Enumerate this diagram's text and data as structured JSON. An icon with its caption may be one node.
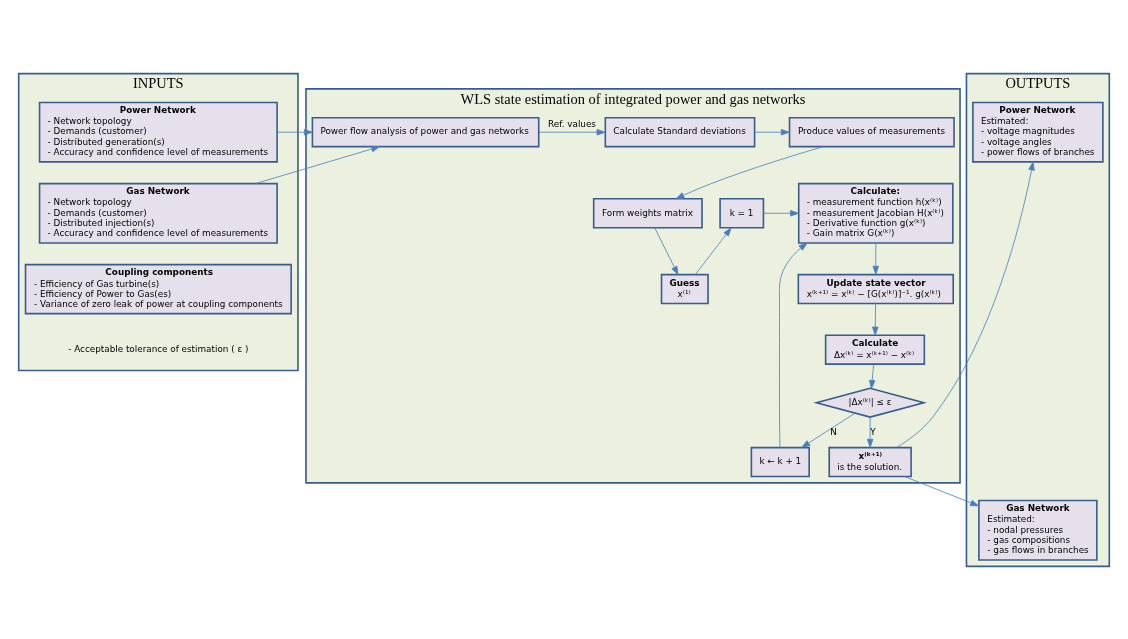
{
  "diagram": {
    "nodes": [
      {
        "text": [
          "INPUTS"
        ]
      },
      {
        "text": [
          "Power Network",
          "- Network topology",
          "- Demands (customer)",
          "- Distributed generation(s)",
          "- Accuracy and confidence level of measurements"
        ],
        "in": 0
      },
      {
        "text": [
          "Gas Network",
          "- Network topology",
          "- Demands (customer)",
          "- Distributed injection(s)",
          "- Accuracy and confidence level of measurements"
        ],
        "in": 0
      },
      {
        "text": [
          "Coupling components",
          "- Efficiency of Gas turbine(s)",
          "- Efficiency of Power to Gas(es)",
          "- Variance of zero leak of power at coupling components"
        ],
        "in": 0
      },
      {
        "text": [
          "WLS state estimation of integrated power and gas networks"
        ]
      },
      {
        "text": [
          "Power flow analysis of power and gas networks"
        ],
        "in": 4
      },
      {
        "text": [
          "Calculate Standard deviations"
        ],
        "in": 4
      },
      {
        "text": [
          "Produce values of measurements"
        ],
        "in": 4
      },
      {
        "text": [
          "Calculate:",
          "- measurement function h(x⁽ᵏ⁾)",
          "- measurement Jacobian H(x⁽ᵏ⁾)",
          "- Derivative function g(x⁽ᵏ⁾)",
          "- Gain matrix G(x⁽ᵏ⁾)"
        ],
        "in": 4
      },
      {
        "text": [
          "k = 1"
        ],
        "in": 4
      },
      {
        "text": [
          "Form weights matrix"
        ],
        "in": 4
      },
      {
        "text": [
          "k ← k + 1"
        ],
        "in": 4
      },
      {
        "text": [
          "Guess",
          "x⁽¹⁾"
        ],
        "in": 4
      },
      {
        "text": [
          "Update state vector",
          "x⁽ᵏ⁺¹⁾ = x⁽ᵏ⁾ − [G(x⁽ᵏ⁾)]⁻¹. g(x⁽ᵏ⁾)"
        ],
        "in": 4
      },
      {
        "text": [
          "Calculate",
          "Δx⁽ᵏ⁾ = x⁽ᵏ⁺¹⁾ − x⁽ᵏ⁾"
        ],
        "in": 4
      },
      {
        "text": [
          "|Δx⁽ᵏ⁾| ≤ ε"
        ],
        "in": 4
      },
      {
        "text": [
          "x⁽ᵏ⁺¹⁾",
          "is the solution."
        ],
        "in": 4
      },
      {
        "text": [
          "OUTPUTS"
        ]
      },
      {
        "text": [
          "Power Network",
          "Estimated:",
          "- voltage magnitudes",
          "- voltage angles",
          "- power flows of branches"
        ],
        "in": 17
      },
      {
        "text": [
          "Gas Network",
          "Estimated:",
          "- nodal pressures",
          "- gas compositions",
          "- gas flows in branches"
        ],
        "in": 17
      }
    ],
    "edges": [
      {
        "from": 1,
        "to": 5,
        "arrow": "to"
      },
      {
        "from": 2,
        "to": 5,
        "arrow": "to"
      },
      {
        "from": 5,
        "to": 6,
        "arrow": "to",
        "label": "Ref. values"
      },
      {
        "from": 6,
        "to": 7,
        "arrow": "to"
      },
      {
        "from": 7,
        "to": 10,
        "arrow": "to"
      },
      {
        "from": 10,
        "to": 12,
        "arrow": "to"
      },
      {
        "from": 12,
        "to": 9,
        "arrow": "to"
      },
      {
        "from": 9,
        "to": 8,
        "arrow": "to"
      },
      {
        "from": 11,
        "to": 8,
        "arrow": "to"
      },
      {
        "from": 8,
        "to": 13,
        "arrow": "to"
      },
      {
        "from": 13,
        "to": 14,
        "arrow": "to"
      },
      {
        "from": 14,
        "to": 15,
        "arrow": "to"
      },
      {
        "from": 15,
        "to": 11,
        "arrow": "to",
        "label": "N"
      },
      {
        "from": 15,
        "to": 16,
        "arrow": "to",
        "label": "Y"
      },
      {
        "from": 16,
        "to": 18,
        "arrow": "to"
      },
      {
        "from": 16,
        "to": 19,
        "arrow": "to"
      }
    ],
    "labels": [
      "- Acceptable tolerance of estimation ( ε )"
    ]
  }
}
